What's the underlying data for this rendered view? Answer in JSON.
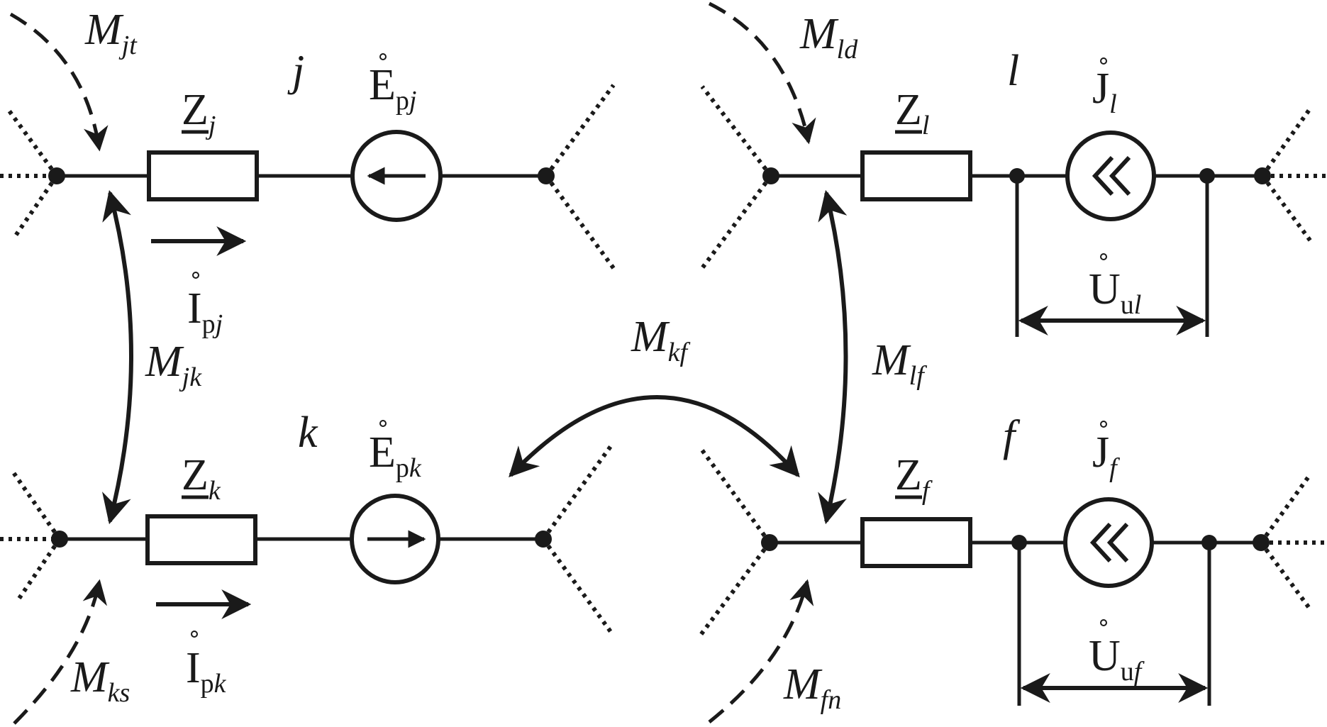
{
  "labels": {
    "M_jt": {
      "main": "M",
      "sub": "jt"
    },
    "M_ld": {
      "main": "M",
      "sub": "ld"
    },
    "M_jk": {
      "main": "M",
      "sub": "jk"
    },
    "M_kf": {
      "main": "M",
      "sub": "kf"
    },
    "M_lf": {
      "main": "M",
      "sub": "lf"
    },
    "M_ks": {
      "main": "M",
      "sub": "ks"
    },
    "M_fn": {
      "main": "M",
      "sub": "fn"
    },
    "Z_j": {
      "main": "Z",
      "sub": "j"
    },
    "Z_k": {
      "main": "Z",
      "sub": "k"
    },
    "Z_l": {
      "main": "Z",
      "sub": "l"
    },
    "Z_f": {
      "main": "Z",
      "sub": "f"
    },
    "E_pj": {
      "main": "E",
      "sub_a": "p",
      "sub_b": "j"
    },
    "E_pk": {
      "main": "E",
      "sub_a": "p",
      "sub_b": "k"
    },
    "I_pj": {
      "main": "I",
      "sub_a": "p",
      "sub_b": "j"
    },
    "I_pk": {
      "main": "I",
      "sub_a": "p",
      "sub_b": "k"
    },
    "J_l": {
      "main": "J",
      "sub": "l"
    },
    "J_f": {
      "main": "J",
      "sub": "f"
    },
    "U_ul": {
      "main": "U",
      "sub_a": "u",
      "sub_b": "l"
    },
    "U_uf": {
      "main": "U",
      "sub_a": "u",
      "sub_b": "f"
    },
    "branch_j": "j",
    "branch_k": "k",
    "branch_l": "l",
    "branch_f": "f"
  },
  "colors": {
    "ink": "#1a1a1a",
    "background": "#ffffff"
  },
  "icons": {
    "voltage_source": "circle-with-arrow",
    "current_source": "circle-with-double-chevron",
    "impedance": "rectangle",
    "node": "filled-dot"
  }
}
